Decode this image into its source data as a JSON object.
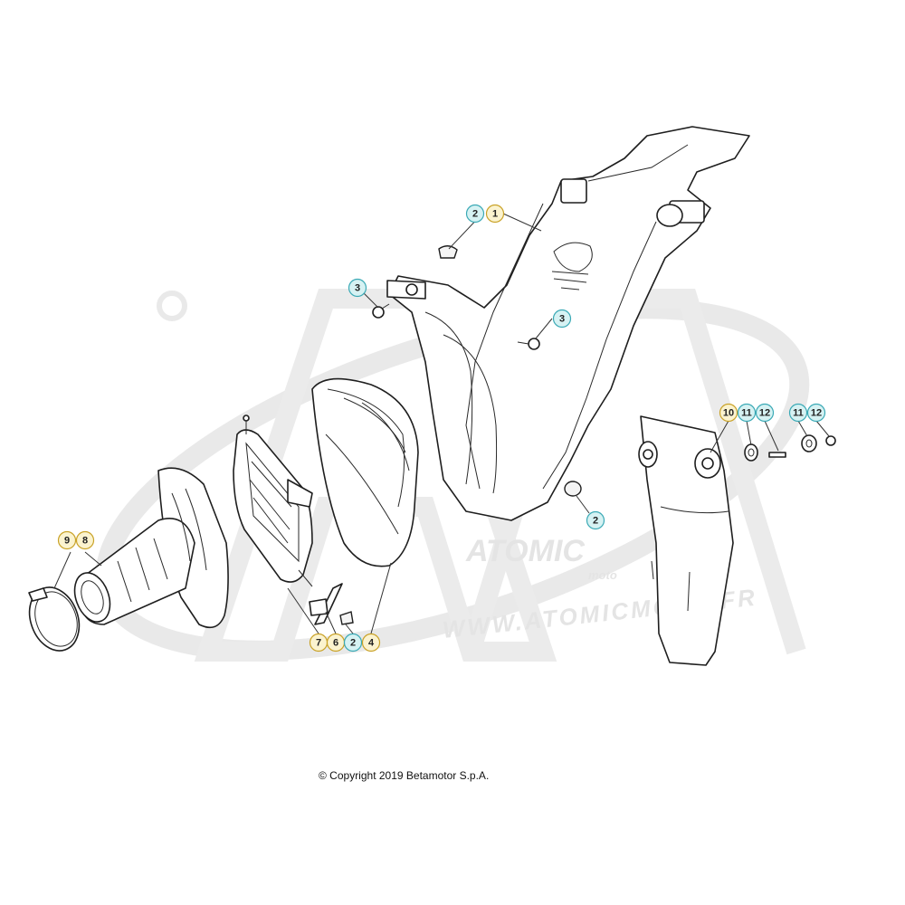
{
  "copyright": "© Copyright 2019 Betamotor S.p.A.",
  "watermark": {
    "brand": "ATOMIC",
    "brand_sub": "moto",
    "url": "WWW.ATOMICMOTO.FR",
    "color": "#cfcfcf"
  },
  "callouts": [
    {
      "id": "c-2-top",
      "label": "2",
      "ring": "teal"
    },
    {
      "id": "c-1",
      "label": "1",
      "ring": "yellow"
    },
    {
      "id": "c-3-left",
      "label": "3",
      "ring": "teal"
    },
    {
      "id": "c-3-right",
      "label": "3",
      "ring": "teal"
    },
    {
      "id": "c-2-right",
      "label": "2",
      "ring": "teal"
    },
    {
      "id": "c-10",
      "label": "10",
      "ring": "yellow"
    },
    {
      "id": "c-11-a",
      "label": "11",
      "ring": "teal"
    },
    {
      "id": "c-12-a",
      "label": "12",
      "ring": "teal"
    },
    {
      "id": "c-11-b",
      "label": "11",
      "ring": "teal"
    },
    {
      "id": "c-12-b",
      "label": "12",
      "ring": "teal"
    },
    {
      "id": "c-9",
      "label": "9",
      "ring": "yellow"
    },
    {
      "id": "c-8",
      "label": "8",
      "ring": "yellow"
    },
    {
      "id": "c-7",
      "label": "7",
      "ring": "yellow"
    },
    {
      "id": "c-6",
      "label": "6",
      "ring": "yellow"
    },
    {
      "id": "c-2-bottom",
      "label": "2",
      "ring": "teal"
    },
    {
      "id": "c-4",
      "label": "4",
      "ring": "yellow"
    }
  ],
  "colors": {
    "teal_fill": "#d6f2f3",
    "teal_stroke": "#3aa9b5",
    "yellow_fill": "#fbf3cf",
    "yellow_stroke": "#c9a227"
  }
}
